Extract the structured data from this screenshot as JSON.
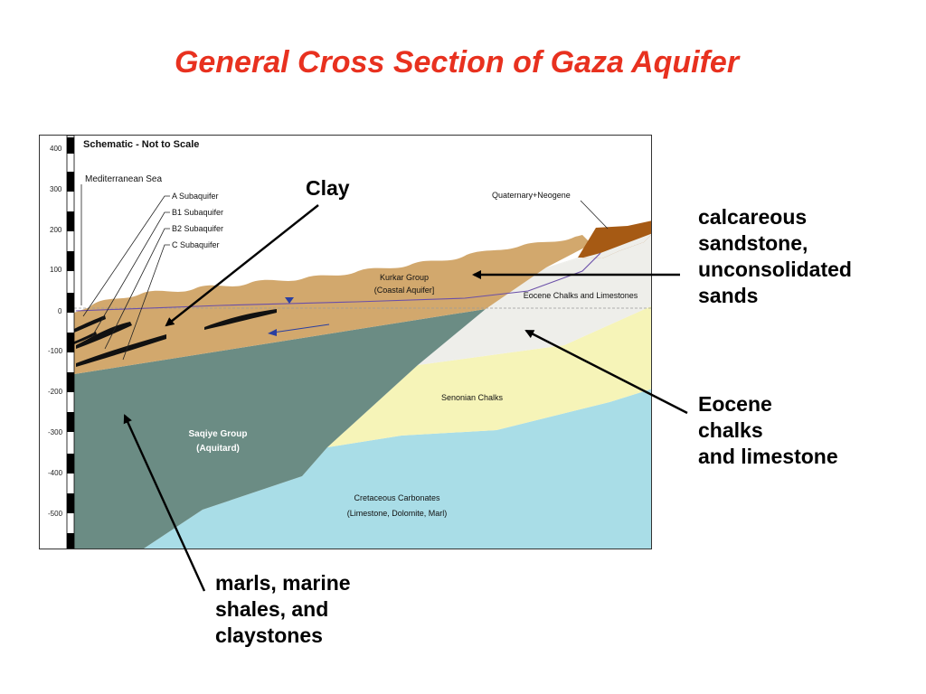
{
  "title": "General Cross Section of Gaza Aquifer",
  "diagram": {
    "scale_note": "Schematic - Not to Scale",
    "axis_ticks": [
      "400",
      "300",
      "200",
      "100",
      "0",
      "-100",
      "-200",
      "-300",
      "-400",
      "-500"
    ],
    "labels": {
      "sea": "Mediterranean Sea",
      "sub_a": "A Subaquifer",
      "sub_b1": "B1 Subaquifer",
      "sub_b2": "B2 Subaquifer",
      "sub_c": "C Subaquifer",
      "quaternary": "Quaternary+Neogene",
      "kurkar_1": "Kurkar Group",
      "kurkar_2": "(Coastal Aquifer]",
      "eocene": "Eocene Chalks and Limestones",
      "senonian": "Senonian Chalks",
      "saqiye_1": "Saqiye Group",
      "saqiye_2": "(Aquitard)",
      "cretaceous_1": "Cretaceous Carbonates",
      "cretaceous_2": "(Limestone, Dolomite, Marl)"
    },
    "colors": {
      "kurkar": "#d2a86d",
      "saqiye": "#6b8c84",
      "eocene": "#eeeeea",
      "senonian": "#f6f4b8",
      "cretaceous": "#a9dde7",
      "quaternary": "#a65a14",
      "clay": "#111111",
      "water_table": "#6a4fa8"
    }
  },
  "callouts": {
    "clay": "Clay",
    "kurkar": [
      "calcareous",
      "sandstone,",
      "unconsolidated",
      "sands"
    ],
    "eocene": [
      "Eocene",
      "chalks",
      "and limestone"
    ],
    "saqiye": [
      "marls, marine",
      "shales, and",
      "claystones"
    ]
  }
}
